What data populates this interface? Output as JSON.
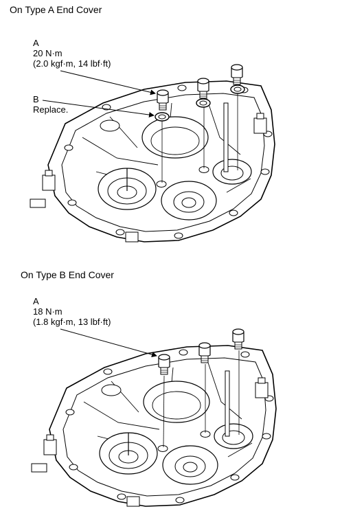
{
  "sections": [
    {
      "heading": "On Type A End Cover",
      "callout_a_letter": "A",
      "callout_a_torque": "20 N·m",
      "callout_a_torque_alt": "(2.0 kgf·m, 14 lbf·ft)",
      "callout_b_letter": "B",
      "callout_b_note": "Replace."
    },
    {
      "heading": "On Type B End Cover",
      "callout_a_letter": "A",
      "callout_a_torque": "18 N·m",
      "callout_a_torque_alt": "(1.8 kgf·m, 13 lbf·ft)"
    }
  ]
}
